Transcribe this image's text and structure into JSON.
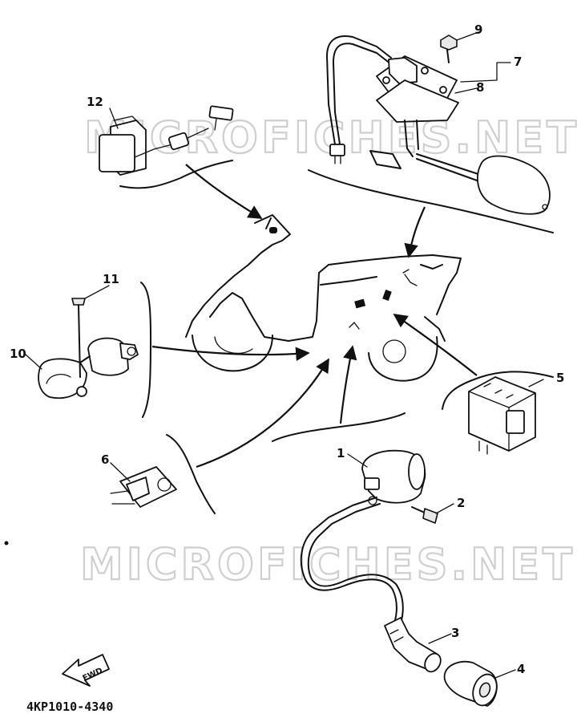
{
  "watermark": "MICROFICHES.NET",
  "part_code": "4KP1010-4340",
  "fwd_label": "FWD",
  "callouts": {
    "c1": "1",
    "c2": "2",
    "c3": "3",
    "c4": "4",
    "c5": "5",
    "c6": "6",
    "c7": "7",
    "c8": "8",
    "c9": "9",
    "c10": "10",
    "c11": "11",
    "c12": "12"
  },
  "icons": {
    "fwd": "fwd-arrow-icon"
  }
}
